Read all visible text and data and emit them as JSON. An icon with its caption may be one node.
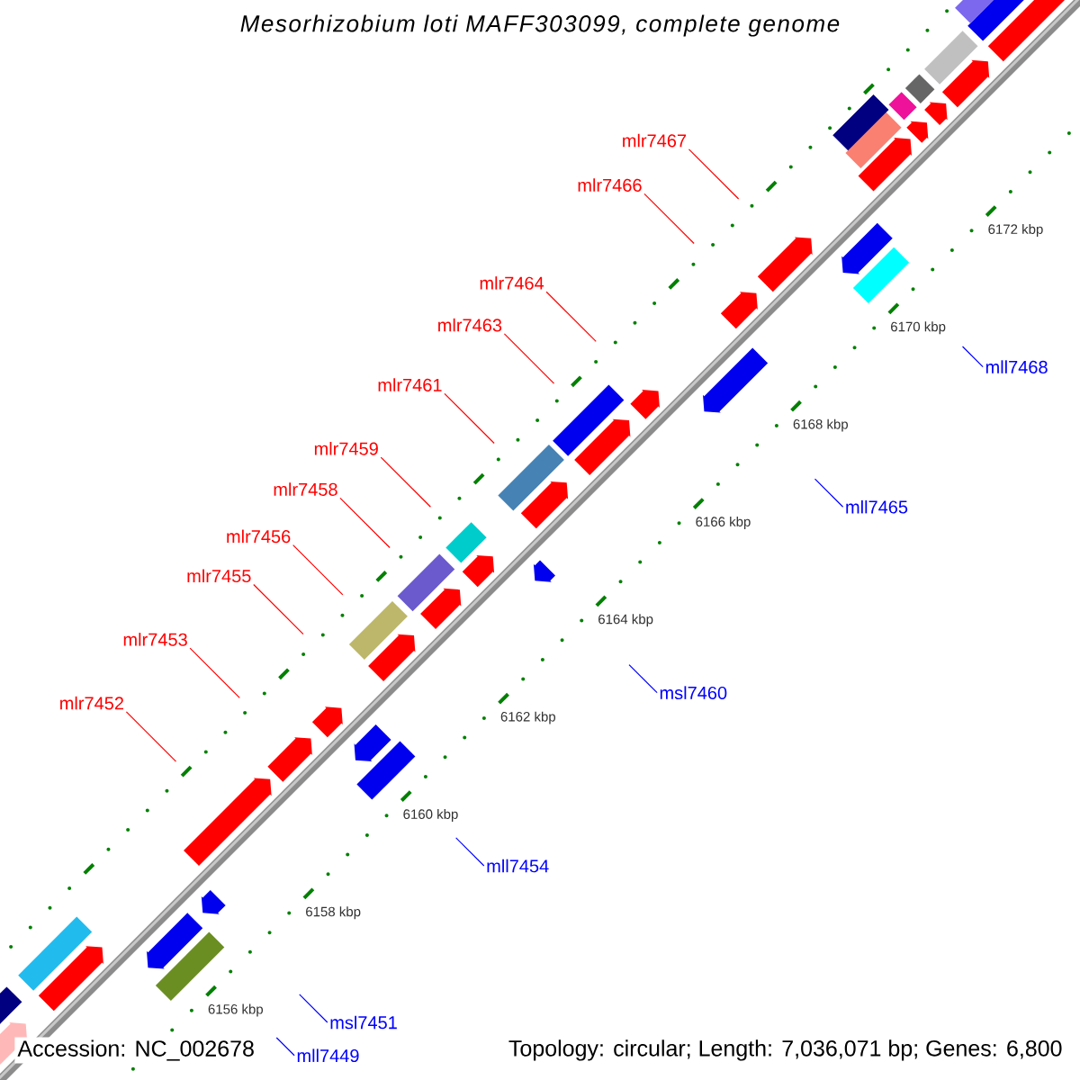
{
  "diagram": {
    "title": "Mesorhizobium loti MAFF303099, complete genome",
    "nodes": [
      {
        "text": [
          "mlr7452"
        ]
      },
      {
        "text": [
          "mlr7453"
        ]
      },
      {
        "text": [
          "mlr7455"
        ]
      },
      {
        "text": [
          "mlr7456"
        ]
      },
      {
        "text": [
          "mlr7458"
        ]
      },
      {
        "text": [
          "mlr7459"
        ]
      },
      {
        "text": [
          "mlr7461"
        ]
      },
      {
        "text": [
          "mlr7463"
        ]
      },
      {
        "text": [
          "mlr7464"
        ]
      },
      {
        "text": [
          "mlr7466"
        ]
      },
      {
        "text": [
          "mlr7467"
        ]
      },
      {
        "text": [
          "mll7449"
        ]
      },
      {
        "text": [
          "msl7451"
        ]
      },
      {
        "text": [
          "mll7454"
        ]
      },
      {
        "text": [
          "msl7460"
        ]
      },
      {
        "text": [
          "mll7465"
        ]
      },
      {
        "text": [
          "mll7468"
        ]
      }
    ],
    "edges": [
      {
        "from": 0,
        "to": null,
        "arrow": "none"
      },
      {
        "from": 1,
        "to": null,
        "arrow": "none"
      },
      {
        "from": 2,
        "to": null,
        "arrow": "none"
      },
      {
        "from": 3,
        "to": null,
        "arrow": "none"
      },
      {
        "from": 4,
        "to": null,
        "arrow": "none"
      },
      {
        "from": 5,
        "to": null,
        "arrow": "none"
      },
      {
        "from": 6,
        "to": null,
        "arrow": "none"
      },
      {
        "from": 7,
        "to": null,
        "arrow": "none"
      },
      {
        "from": 8,
        "to": null,
        "arrow": "none"
      },
      {
        "from": 9,
        "to": null,
        "arrow": "none"
      },
      {
        "from": 10,
        "to": null,
        "arrow": "none"
      },
      {
        "from": 11,
        "to": null,
        "arrow": "none",
        "color": "#0000ff"
      },
      {
        "from": 12,
        "to": null,
        "arrow": "none",
        "color": "#0000ff"
      },
      {
        "from": 13,
        "to": null,
        "arrow": "none",
        "color": "#0000ff"
      },
      {
        "from": 14,
        "to": null,
        "arrow": "none",
        "color": "#0000ff"
      },
      {
        "from": 15,
        "to": null,
        "arrow": "none",
        "color": "#0000ff"
      },
      {
        "from": 16,
        "to": null,
        "arrow": "none",
        "color": "#0000ff"
      }
    ],
    "labels": [
      "6156 kbp",
      "6158 kbp",
      "6160 kbp",
      "6162 kbp",
      "6164 kbp",
      "6166 kbp",
      "6168 kbp",
      "6170 kbp",
      "6172 kbp",
      "Accession: NC_002678",
      "Topology: circular; Length: 7,036,071 bp; Genes: 6,800"
    ]
  }
}
